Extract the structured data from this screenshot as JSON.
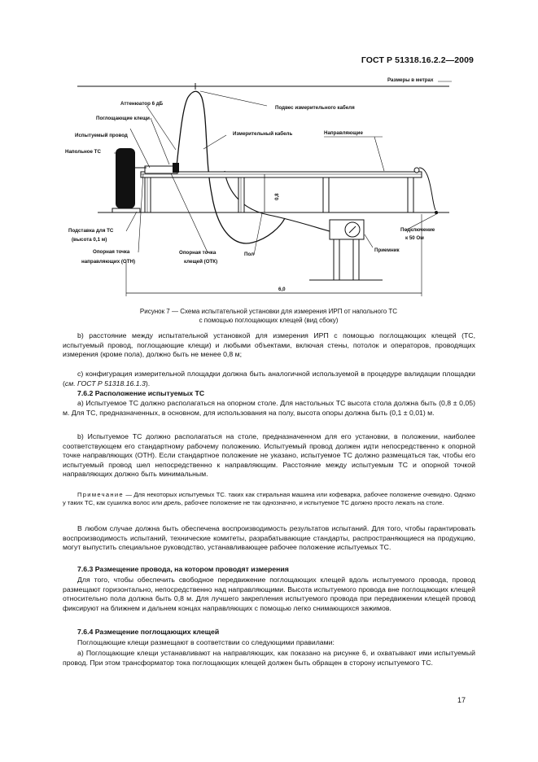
{
  "header": {
    "doc_id": "ГОСТ Р 51318.16.2.2—2009"
  },
  "figure": {
    "labels": {
      "dimensions": "Размеры в метрах",
      "attenuator": "Аттенюатор 6 дБ",
      "clamp": "Поглощающие клещи",
      "cable_suspension": "Подвес измерительного кабеля",
      "wire_under_test": "Испытуемый провод",
      "meas_cable": "Измерительный кабель",
      "guides": "Направляющие",
      "floor_eut": "Напольное ТС",
      "height": "0,8",
      "support_line1": "Подставка для ТС",
      "support_line2": "(высота 0,1 м)",
      "ref_guides_line1": "Опорная точка",
      "ref_guides_line2": "направляющих (ОТН)",
      "ref_clamp_line1": "Опорная точка",
      "ref_clamp_line2": "клещей (ОТК)",
      "floor": "Пол",
      "termination_line1": "Подключение",
      "termination_line2": "к 50 Ом",
      "receiver": "Приемник",
      "length": "6,0"
    },
    "caption_line1": "Рисунок 7 — Схема испытательной установки для измерения ИРП от напольного ТС",
    "caption_line2": "с помощью поглощающих клещей (вид сбоку)"
  },
  "body": {
    "p_b": "b)  расстояние между испытательной установкой для измерения ИРП с помощью поглощающих клещей (ТС, испытуемый провод, поглощающие клещи) и любыми объектами, включая стены, потолок и операторов, проводящих измерения (кроме пола), должно быть не менее 0,8 м;",
    "p_c_main": "c)  конфигурация измерительной площадки должна быть аналогичной используемой в процедуре валидации площадки (",
    "p_c_ref": "см. ГОСТ Р 51318.16.1.3",
    "p_c_end": ").",
    "s762": "7.6.2  Расположение испытуемых ТС",
    "p762a": "a)  Испытуемое ТС должно располагаться на опорном столе. Для настольных ТС высота стола должна быть (0,8 ± 0,05) м. Для ТС, предназначенных, в основном, для использования на полу, высота опоры должна быть (0,1 ± 0,01) м.",
    "p762b": "b)  Испытуемое ТС должно располагаться на столе, предназначенном для его установки, в положении, наиболее соответствующем его стандартному рабочему положению. Испытуемый провод должен идти непосредственно к опорной точке направляющих (ОТН). Если стандартное положение не указано, испытуемое ТС должно размещаться так, чтобы его испытуемый провод шел непосредственно к направляющим. Расстояние между испытуемым ТС и опорной точкой направляющих должно быть минимальным.",
    "note_label": "Примечание",
    "note_text": " — Для некоторых испытуемых ТС. таких как стиральная машина или кофеварка, рабочее положение очевидно. Однако у таких ТС, как сушилка волос или дрель, рабочее положение не так однозначно, и испытуемое ТС должно просто лежать на столе.",
    "p_any": "В любом случае должна быть обеспечена воспроизводимость результатов испытаний. Для того, чтобы гарантировать воспроизводимость испытаний, технические комитеты, разрабатывающие стандарты, распространяющиеся на продукцию, могут выпустить специальное руководство, устанавливающее рабочее положение испытуемых ТС.",
    "s763": "7.6.3  Размещение провода, на котором проводят измерения",
    "p763": "Для того, чтобы обеспечить свободное передвижение поглощающих клещей вдоль испытуемого провода, провод размещают горизонтально, непосредственно над направляющими. Высота испытуемого провода вне поглощающих клещей относительно пола должна быть 0,8 м. Для лучшего закрепления испытуемого провода при передвижении клещей провод фиксируют на ближнем и дальнем концах направляющих с помощью легко снимающихся зажимов.",
    "s764": "7.6.4  Размещение поглощающих клещей",
    "p764": "Поглощающие клещи размещают в соответствии со следующими правилами:",
    "p764a": "a)  Поглощающие клещи устанавливают на направляющих, как показано на рисунке 6, и охватывают ими испытуемый провод. При этом трансформатор тока поглощающих клещей должен быть обращен в сторону испытуемого ТС."
  },
  "page_number": "17"
}
